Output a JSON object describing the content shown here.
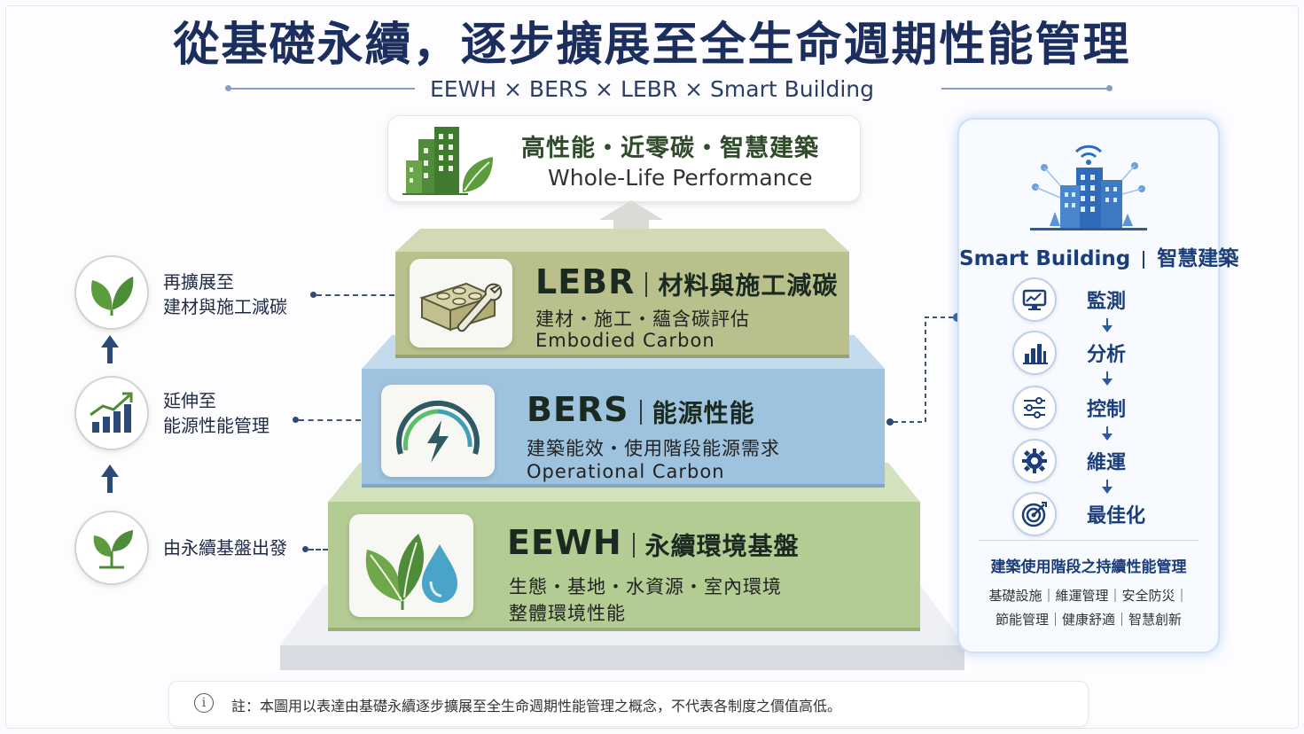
{
  "title": "從基礎永續，逐步擴展至全生命週期性能管理",
  "subtitle": "EEWH × BERS × LEBR × Smart Building",
  "top": {
    "line1": "高性能・近零碳・智慧建築",
    "line2": "Whole-Life Performance"
  },
  "tiers": {
    "lebr": {
      "name": "LEBR",
      "sub": "材料與施工減碳",
      "line1": "建材・施工・蘊含碳評估",
      "line2": "Embodied Carbon"
    },
    "bers": {
      "name": "BERS",
      "sub": "能源性能",
      "line1": "建築能效・使用階段能源需求",
      "line2": "Operational Carbon"
    },
    "eewh": {
      "name": "EEWH",
      "sub": "永續環境基盤",
      "line1": "生態・基地・水資源・室內環境",
      "line2": "整體環境性能"
    }
  },
  "left": {
    "step3": {
      "line1": "再擴展至",
      "line2": "建材與施工減碳"
    },
    "step2": {
      "line1": "延伸至",
      "line2": "能源性能管理"
    },
    "step1": {
      "line1": "由永續基盤出發"
    }
  },
  "panel": {
    "title_en": "Smart Building",
    "title_zh": "智慧建築",
    "steps": [
      "監測",
      "分析",
      "控制",
      "維運",
      "最佳化"
    ],
    "note": "建築使用階段之持續性能管理",
    "tags1": "基礎設施｜維運管理｜安全防災｜",
    "tags2": "節能管理｜健康舒適｜智慧創新"
  },
  "footer": "註：本圖用以表達由基礎永續逐步擴展至全生命週期性能管理之概念，不代表各制度之價值高低。",
  "colors": {
    "lebr": "#b9c08c",
    "bers": "#9ec3df",
    "eewh": "#b2cc93",
    "navy": "#1b2e5e",
    "panel_accent": "#2d5a9e"
  }
}
